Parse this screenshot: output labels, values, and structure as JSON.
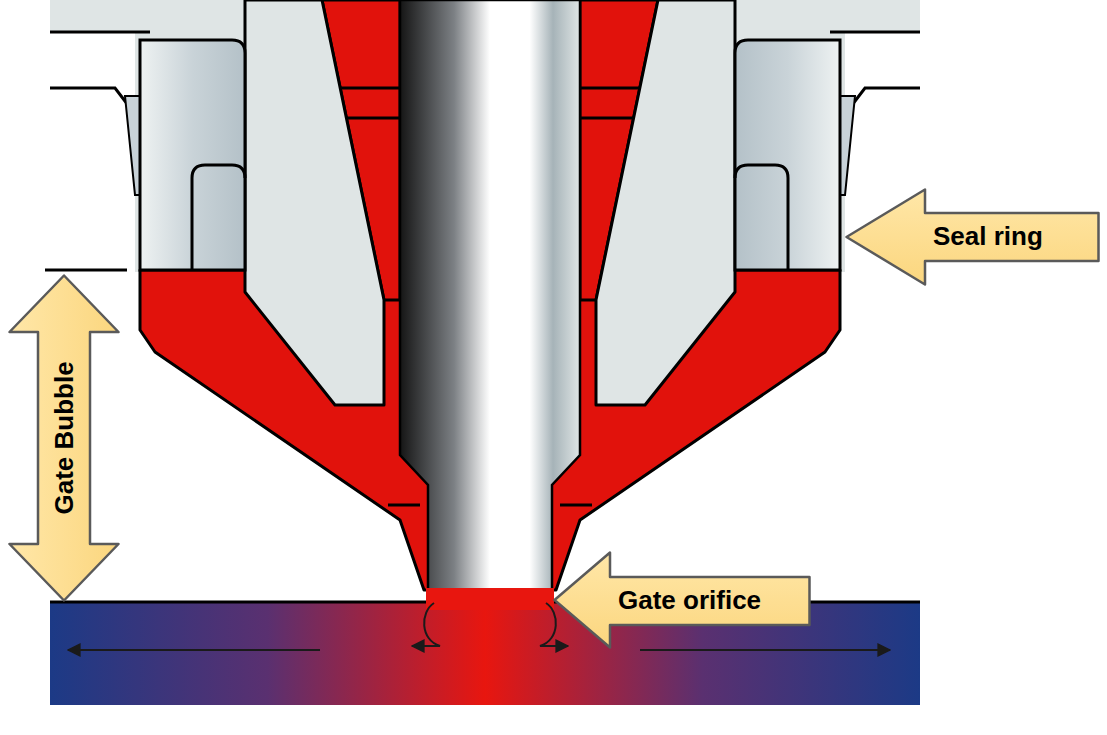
{
  "diagram": {
    "nodes": [
      {
        "text": [
          "Seal ring"
        ]
      },
      {
        "text": [
          "Gate Bubble"
        ]
      },
      {
        "text": [
          "Gate orifice"
        ]
      }
    ]
  }
}
